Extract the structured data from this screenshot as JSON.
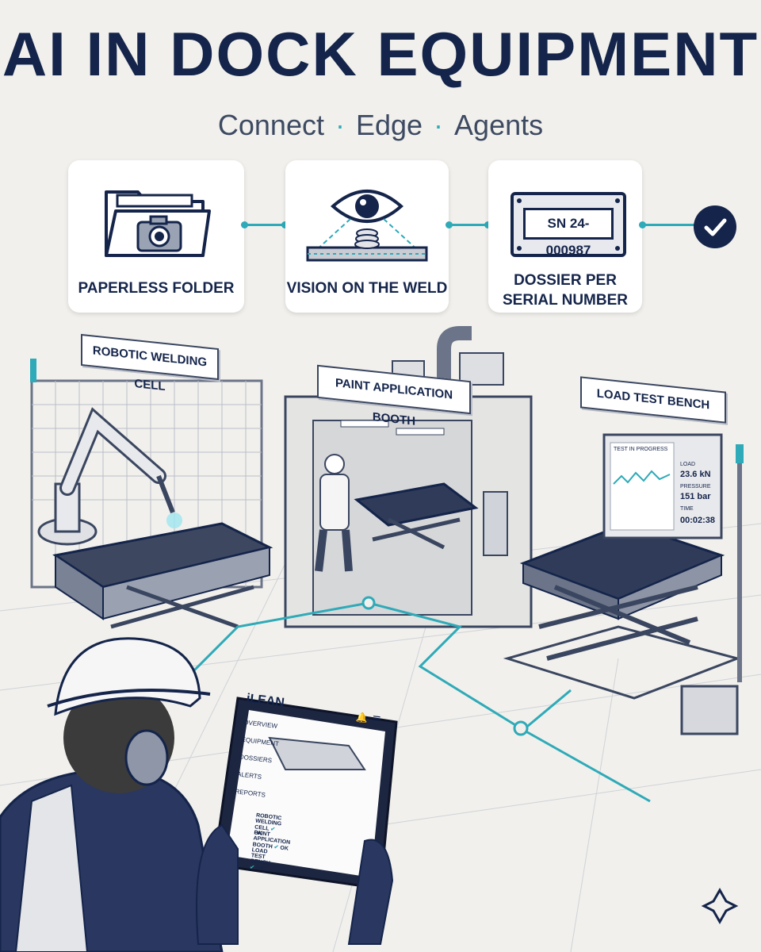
{
  "header": {
    "title": "AI IN DOCK EQUIPMENT",
    "subtitle_parts": [
      "Connect",
      "Edge",
      "Agents"
    ],
    "separator": "·"
  },
  "cards": [
    {
      "label": "PAPERLESS FOLDER",
      "icon": "folder-camera-icon"
    },
    {
      "label": "VISION ON THE WELD",
      "icon": "eye-weld-icon"
    },
    {
      "label_line1": "DOSSIER PER",
      "label_line2": "SERIAL NUMBER",
      "plate": "SN 24-000987",
      "icon": "serial-plate-icon"
    }
  ],
  "stations": {
    "welding": "ROBOTIC WELDING CELL",
    "paint": "PAINT APPLICATION BOOTH",
    "load": "LOAD TEST BENCH"
  },
  "monitor": {
    "heading": "TEST IN PROGRESS",
    "load_label": "LOAD",
    "load_value": "23.6 kN",
    "pressure_label": "PRESSURE",
    "pressure_value": "151 bar",
    "time_label": "TIME",
    "time_value": "00:02:38"
  },
  "tablet": {
    "brand": "iLEAN",
    "menu": [
      "OVERVIEW",
      "EQUIPMENT",
      "DOSSIERS",
      "ALERTS",
      "REPORTS"
    ],
    "rows": [
      {
        "name": "ROBOTIC WELDING CELL",
        "status": "OK"
      },
      {
        "name": "PAINT APPLICATION BOOTH",
        "status": "OK"
      },
      {
        "name": "LOAD TEST BENCH",
        "status": "OK"
      }
    ]
  },
  "colors": {
    "navy": "#14244a",
    "teal": "#2eaab8",
    "background": "#f1f0ec"
  }
}
